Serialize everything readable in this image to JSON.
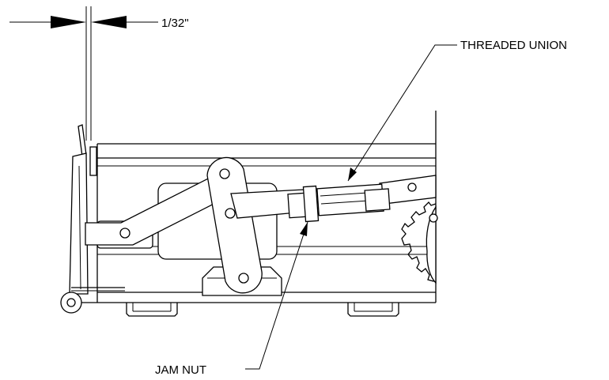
{
  "diagram": {
    "dimension_label": "1/32\"",
    "callouts": {
      "threaded_union": "THREADED UNION",
      "jam_nut": "JAM NUT"
    }
  }
}
